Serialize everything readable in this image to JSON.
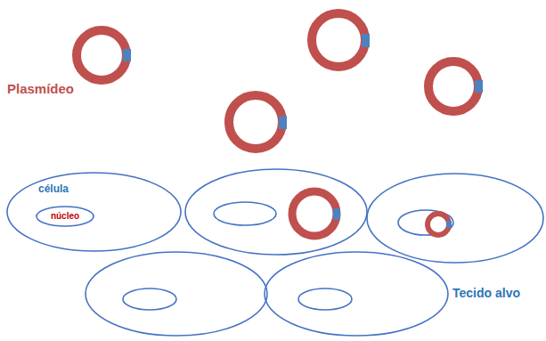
{
  "diagram": {
    "nodes": [
      {
        "text": [
          "célula"
        ]
      },
      {
        "text": [
          "núcleo"
        ],
        "in": 0
      }
    ],
    "labels": [
      "Plasmídeo",
      "Tecido alvo"
    ]
  }
}
